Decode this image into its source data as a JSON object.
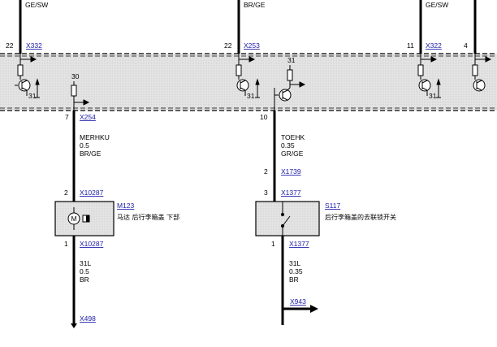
{
  "wires_top": [
    {
      "id": "w1",
      "color": "GE/SW"
    },
    {
      "id": "w2",
      "color": "BR/GE"
    },
    {
      "id": "w3",
      "color": "GE/SW"
    }
  ],
  "module_pins": [
    {
      "pin": "22",
      "connector": "X332"
    },
    {
      "pin": "22",
      "connector": "X253"
    },
    {
      "pin": "11",
      "connector": "X322"
    },
    {
      "pin": "4"
    }
  ],
  "module_inner_labels": {
    "gnd_a": "31",
    "supply_a": "30",
    "gnd_b": "31",
    "supply_b": "31",
    "gnd_c": "31"
  },
  "left_branch": {
    "pin_out": "7",
    "connector_out": "X254",
    "wire_name": "MERHKU",
    "wire_size": "0.5",
    "wire_color": "BR/GE",
    "pin_in": "2",
    "connector_in": "X10287",
    "component_id": "M123",
    "component_desc": "马达 后行李箱盖 下部",
    "motor_symbol": "M",
    "pin_gnd": "1",
    "connector_gnd": "X10287",
    "gnd_name": "31L",
    "gnd_size": "0.5",
    "gnd_color": "BR",
    "ground_connector": "X498"
  },
  "right_branch": {
    "pin_out": "10",
    "wire_name": "TOEHK",
    "wire_size": "0.35",
    "wire_color": "GR/GE",
    "pin_mid": "2",
    "connector_mid": "X1739",
    "pin_in": "3",
    "connector_in": "X1377",
    "component_id": "S117",
    "component_desc": "后行李箱盖的去联锁开关",
    "pin_gnd": "1",
    "connector_gnd": "X1377",
    "gnd_name": "31L",
    "gnd_size": "0.35",
    "gnd_color": "BR",
    "continue_connector": "X943"
  }
}
